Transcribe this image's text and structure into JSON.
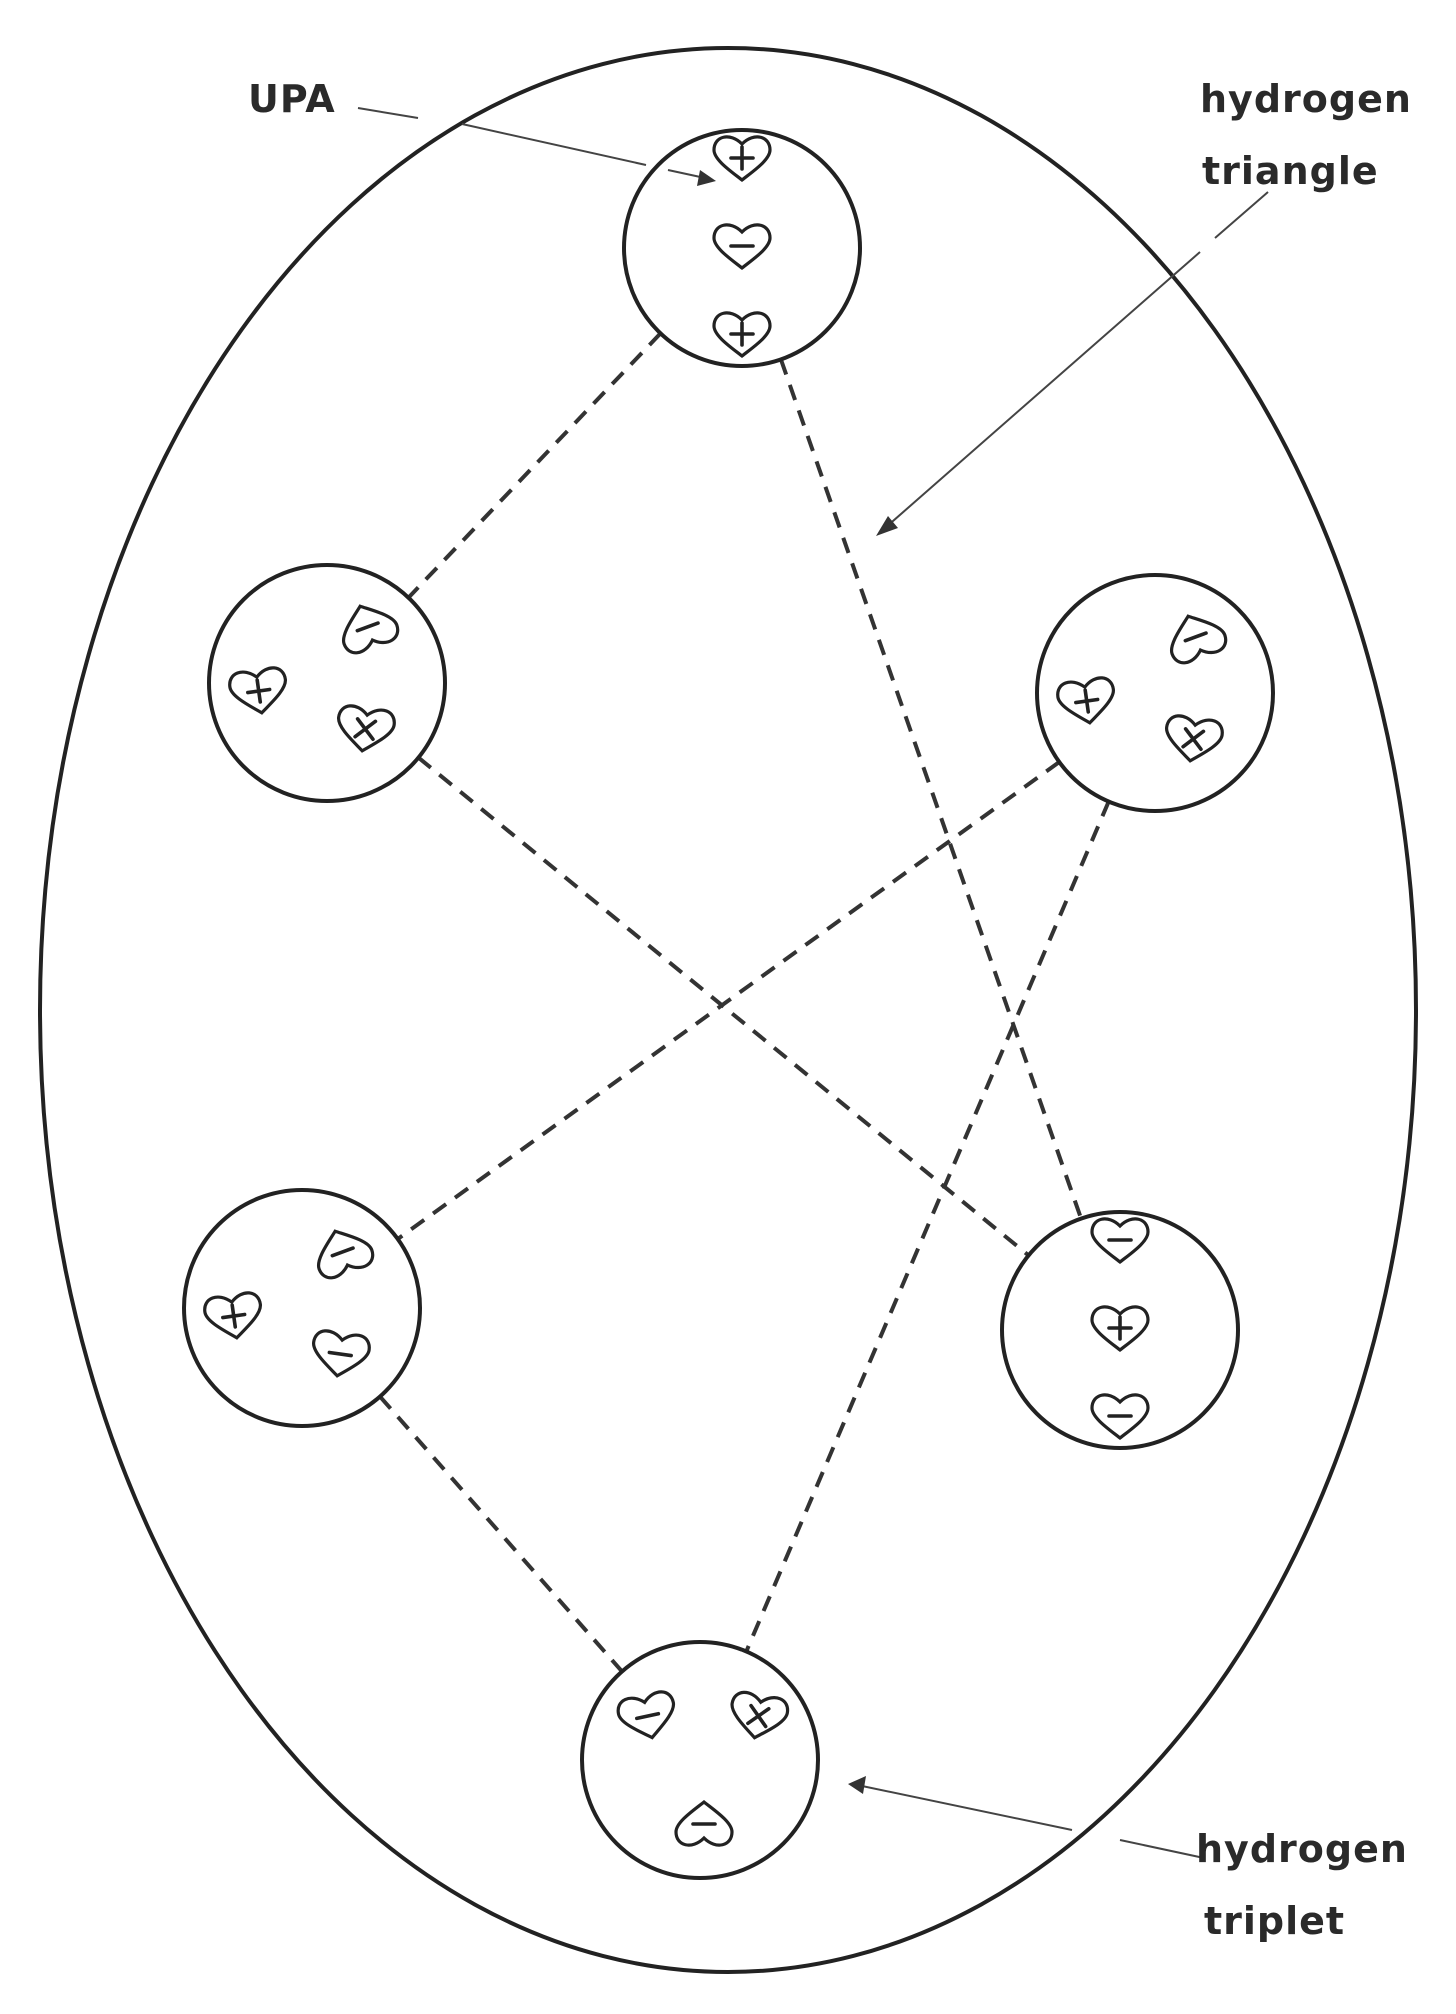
{
  "diagram": {
    "labels": {
      "upa": "UPA",
      "triangle_line1": "hydrogen",
      "triangle_line2": "triangle",
      "triplet_line1": "hydrogen",
      "triplet_line2": "triplet"
    },
    "nodes": [
      {
        "id": "top",
        "upas": [
          "+",
          "−",
          "+"
        ]
      },
      {
        "id": "upper-left",
        "upas": [
          "+",
          "−",
          "×"
        ]
      },
      {
        "id": "upper-right",
        "upas": [
          "+",
          "−",
          "×"
        ]
      },
      {
        "id": "lower-left",
        "upas": [
          "+",
          "−",
          "−"
        ]
      },
      {
        "id": "lower-right",
        "upas": [
          "−",
          "+",
          "−"
        ]
      },
      {
        "id": "bottom",
        "upas": [
          "−",
          "×",
          "−"
        ]
      }
    ],
    "edges": [
      [
        "top",
        "upper-left"
      ],
      [
        "top",
        "lower-right"
      ],
      [
        "upper-left",
        "lower-right"
      ],
      [
        "upper-right",
        "lower-left"
      ],
      [
        "upper-right",
        "bottom"
      ],
      [
        "lower-left",
        "bottom"
      ]
    ],
    "colors": {
      "ink": "#222222",
      "paper": "#ffffff"
    }
  }
}
